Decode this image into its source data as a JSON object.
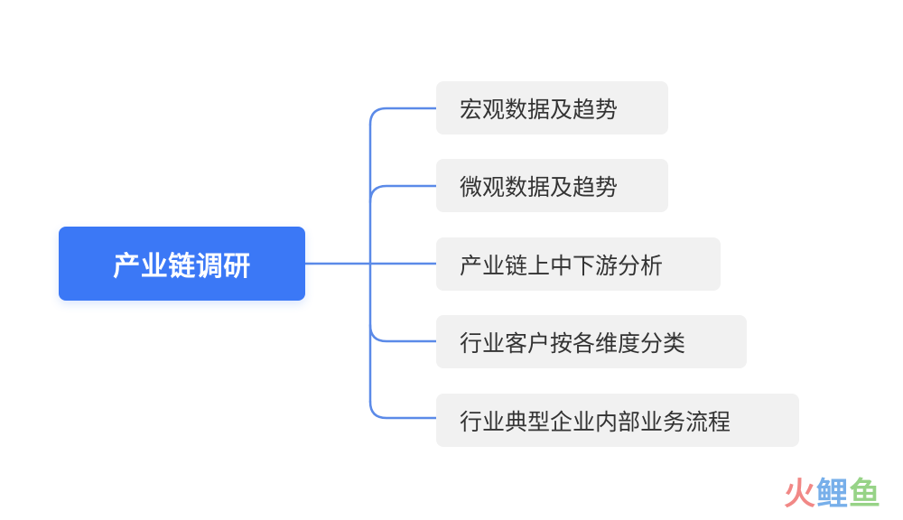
{
  "diagram": {
    "root": {
      "label": "产业链调研"
    },
    "children": [
      {
        "label": "宏观数据及趋势"
      },
      {
        "label": "微观数据及趋势"
      },
      {
        "label": "产业链上中下游分析"
      },
      {
        "label": "行业客户按各维度分类"
      },
      {
        "label": "行业典型企业内部业务流程"
      }
    ],
    "connector_color": "#5b8ae8",
    "root_color": "#3b78f6",
    "child_color": "#f1f1f1"
  },
  "watermark": {
    "chars": [
      "火",
      "鲤",
      "鱼"
    ],
    "colors": [
      "#f07c79",
      "#69a7e8",
      "#8ccf7b"
    ]
  }
}
